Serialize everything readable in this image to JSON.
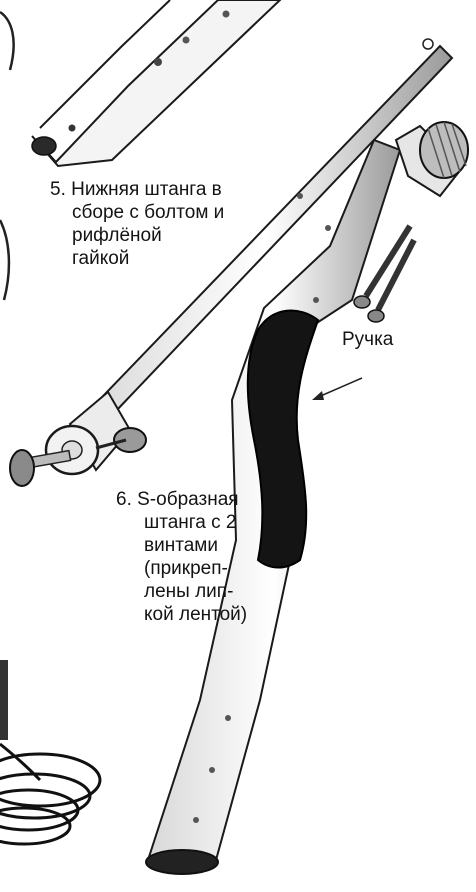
{
  "labels": {
    "lower_rod": [
      "5. Нижняя штанга в",
      "сборе с болтом и",
      "рифлёной",
      "гайкой"
    ],
    "handle": "Ручка",
    "s_rod": [
      "6. S-образная",
      "штанга с 2",
      "винтами",
      "(прикреп-",
      "лены лип-",
      "кой лентой)"
    ]
  }
}
